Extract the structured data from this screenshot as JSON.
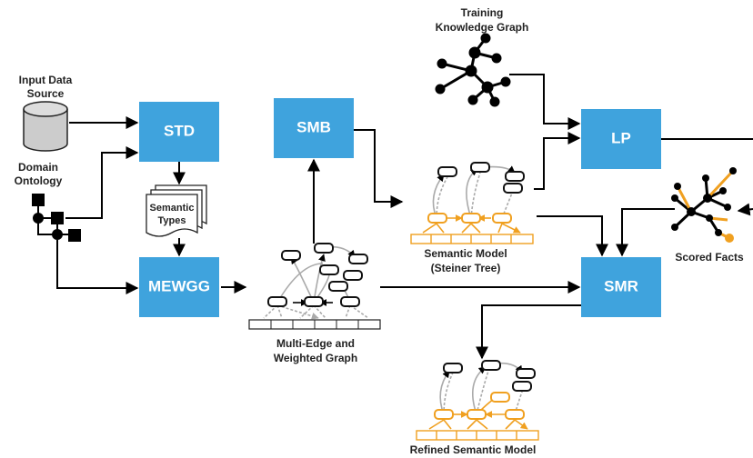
{
  "labels": {
    "input_source": [
      "Input Data",
      "Source"
    ],
    "domain_ontology": [
      "Domain",
      "Ontology"
    ],
    "training_kg": [
      "Training",
      "Knowledge Graph"
    ],
    "semantic_types": [
      "Semantic",
      "Types"
    ],
    "multi_edge": [
      "Multi-Edge and",
      "Weighted Graph"
    ],
    "semantic_model": [
      "Semantic Model",
      "(Steiner Tree)"
    ],
    "scored_facts": "Scored Facts",
    "refined_model": "Refined Semantic Model"
  },
  "boxes": {
    "std": "STD",
    "smb": "SMB",
    "lp": "LP",
    "mewgg": "MEWGG",
    "smr": "SMR"
  },
  "colors": {
    "process_box": "#3fa3dd",
    "highlight": "#f0a020",
    "database": "#cccccc"
  }
}
